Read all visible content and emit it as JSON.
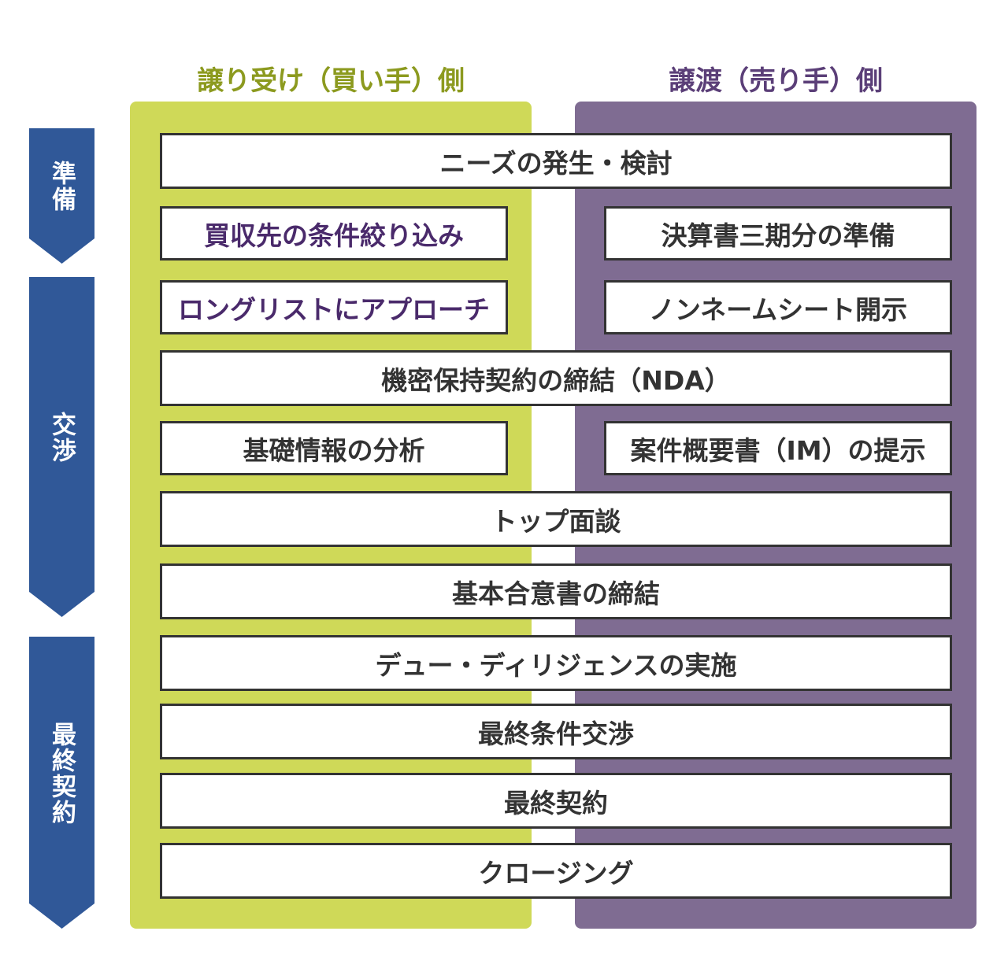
{
  "columns": {
    "buyer_title": "譲り受け（買い手）側",
    "seller_title": "譲渡（売り手）側",
    "buyer_color": "#cfd958",
    "seller_color": "#7f6c92"
  },
  "phases": {
    "prep": "準備",
    "nego": "交渉",
    "final": "最終契約",
    "color": "#305898"
  },
  "steps": {
    "needs": "ニーズの発生・検討",
    "narrowing": "買収先の条件絞り込み",
    "financials": "決算書三期分の準備",
    "longlist": "ロングリストにアプローチ",
    "noname": "ノンネームシート開示",
    "nda": "機密保持契約の締結（NDA）",
    "analysis": "基礎情報の分析",
    "im": "案件概要書（IM）の提示",
    "top_meeting": "トップ面談",
    "loi": "基本合意書の締結",
    "dd": "デュー・ディリジェンスの実施",
    "final_nego": "最終条件交渉",
    "final_contract": "最終契約",
    "closing": "クロージング"
  }
}
